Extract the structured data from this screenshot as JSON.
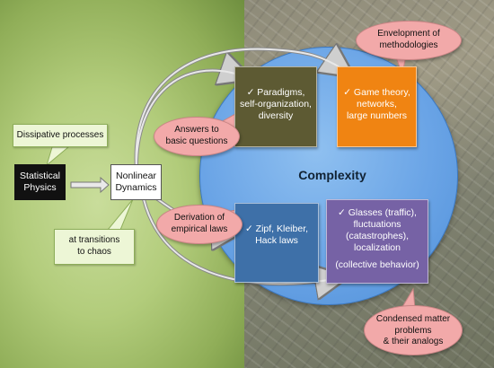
{
  "diagram": {
    "center_title": "Complexity",
    "boxes": {
      "paradigms": [
        "✓ Paradigms,",
        "self-organization,",
        "diversity"
      ],
      "game_theory": [
        "✓ Game theory,",
        "networks,",
        "large numbers"
      ],
      "zipf": [
        "✓ Zipf, Kleiber,",
        "Hack laws"
      ],
      "glasses": [
        "✓ Glasses (traffic),",
        "fluctuations",
        "(catastrophes),",
        "localization"
      ],
      "glasses_sub": "(collective behavior)"
    },
    "callouts": {
      "envelopment": [
        "Envelopment of",
        "methodologies"
      ],
      "answers": [
        "Answers to",
        "basic questions"
      ],
      "derivation": [
        "Derivation of",
        "empirical laws"
      ],
      "condensed": [
        "Condensed matter",
        "problems",
        "& their analogs"
      ]
    },
    "notes": {
      "dissipative": "Dissipative processes",
      "transitions": [
        "at transitions",
        "to chaos"
      ]
    },
    "statistical_physics": [
      "Statistical",
      "Physics"
    ],
    "nonlinear_dynamics": [
      "Nonlinear",
      "Dynamics"
    ],
    "colors": {
      "circle": "#6aa4e6",
      "paradigms_box": "#5d5a33",
      "game_box": "#f08412",
      "zipf_box": "#3e70a8",
      "glasses_box": "#7662a5",
      "callout": "#f2a9a9",
      "note": "#edf6d6"
    }
  }
}
